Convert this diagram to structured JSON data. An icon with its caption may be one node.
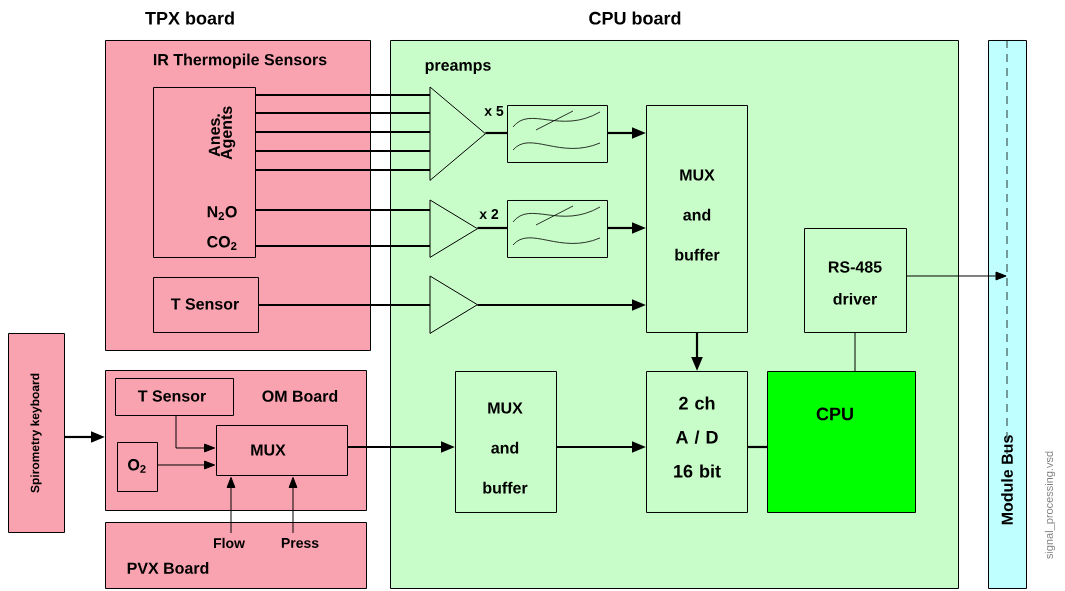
{
  "diagram": {
    "nodes": [
      {
        "text": [
          "TPX board",
          "IR Thermopile Sensors"
        ]
      },
      {
        "text": [
          "Anes. Agents",
          "N$_{2}$O",
          "CO$_{2}$"
        ],
        "in": 0
      },
      {
        "text": [
          "T Sensor"
        ],
        "in": 0
      },
      {
        "text": [
          "CPU board",
          "preamps"
        ]
      },
      {
        "text": [],
        "shape": "triangle",
        "beside": [
          "x 5"
        ],
        "in": 3
      },
      {
        "text": [],
        "shape": "box",
        "in": 3
      },
      {
        "text": [],
        "shape": "triangle",
        "beside": [
          "x 2"
        ],
        "in": 3
      },
      {
        "text": [],
        "shape": "box",
        "in": 3
      },
      {
        "text": [],
        "shape": "triangle",
        "in": 3
      },
      {
        "text": [
          "MUX and buffer"
        ],
        "in": 3
      },
      {
        "text": [
          "RS-485 driver"
        ],
        "in": 3
      },
      {
        "text": [
          "MUX and buffer"
        ],
        "in": 3
      },
      {
        "text": [
          "2 ch A / D 16 bit"
        ],
        "in": 3
      },
      {
        "text": [
          "CPU"
        ],
        "in": 3
      },
      {
        "text": [
          "Module Bus"
        ]
      },
      {
        "text": [
          "Spirometry keyboard"
        ]
      },
      {
        "text": [
          "OM Board"
        ]
      },
      {
        "text": [
          "T Sensor"
        ],
        "in": 16
      },
      {
        "text": [
          "O$_{2}$"
        ],
        "in": 16
      },
      {
        "text": [
          "MUX"
        ],
        "in": 16
      },
      {
        "text": [
          "PVX Board"
        ]
      },
      {
        "text": [
          "Flow"
        ],
        "in": 20
      },
      {
        "text": [
          "Press"
        ],
        "in": 20
      }
    ],
    "edges": [
      {
        "from": 1,
        "to": 4,
        "arrow": "none"
      },
      {
        "from": 1,
        "to": 4,
        "arrow": "none"
      },
      {
        "from": 1,
        "to": 4,
        "arrow": "none"
      },
      {
        "from": 1,
        "to": 4,
        "arrow": "none"
      },
      {
        "from": 1,
        "to": 4,
        "arrow": "none"
      },
      {
        "from": 1,
        "to": 6,
        "arrow": "none"
      },
      {
        "from": 1,
        "to": 6,
        "arrow": "none"
      },
      {
        "from": 2,
        "to": 8,
        "arrow": "none"
      },
      {
        "from": 4,
        "to": 5,
        "arrow": "none"
      },
      {
        "from": 6,
        "to": 7,
        "arrow": "none"
      },
      {
        "from": 5,
        "to": 9,
        "arrow": "to"
      },
      {
        "from": 7,
        "to": 9,
        "arrow": "to"
      },
      {
        "from": 8,
        "to": 9,
        "arrow": "to"
      },
      {
        "from": 9,
        "to": 12,
        "arrow": "to"
      },
      {
        "from": 15,
        "to": 16,
        "arrow": "to"
      },
      {
        "from": 19,
        "to": 11,
        "arrow": "to"
      },
      {
        "from": 11,
        "to": 12,
        "arrow": "to"
      },
      {
        "from": 12,
        "to": 13,
        "arrow": "none"
      },
      {
        "from": 17,
        "to": 19,
        "arrow": "to"
      },
      {
        "from": 18,
        "to": 19,
        "arrow": "to"
      },
      {
        "from": 21,
        "to": 19,
        "arrow": "to"
      },
      {
        "from": 22,
        "to": 19,
        "arrow": "to"
      },
      {
        "from": 13,
        "to": 10,
        "arrow": "none"
      },
      {
        "from": 10,
        "to": 14,
        "arrow": "to"
      }
    ],
    "labels": [
      "signal_processing.vsd"
    ]
  }
}
